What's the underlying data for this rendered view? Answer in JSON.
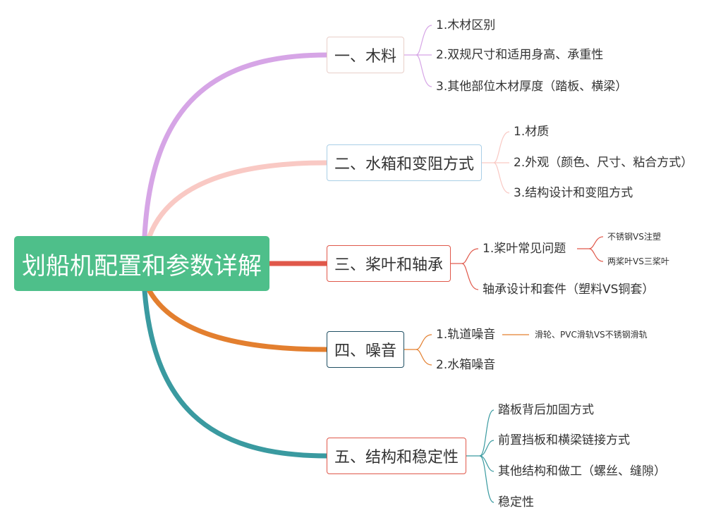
{
  "root": {
    "title": "划船机配置和参数详解"
  },
  "branches": [
    {
      "label": "一、木料",
      "color": "#d6a5e6",
      "items": [
        {
          "label": "1.木材区别"
        },
        {
          "label": "2.双规尺寸和适用身高、承重性"
        },
        {
          "label": "3.其他部位木材厚度（踏板、横梁）"
        }
      ]
    },
    {
      "label": "二、水箱和变阻方式",
      "color": "#f9c9c4",
      "items": [
        {
          "label": "1.材质"
        },
        {
          "label": "2.外观（颜色、尺寸、粘合方式）"
        },
        {
          "label": "3.结构设计和变阻方式"
        }
      ]
    },
    {
      "label": "三、桨叶和轴承",
      "color": "#e0584a",
      "items": [
        {
          "label": "1.桨叶常见问题",
          "children": [
            {
              "label": "不锈钢VS注塑"
            },
            {
              "label": "两桨叶VS三桨叶"
            }
          ]
        },
        {
          "label": "轴承设计和套件（塑料VS铜套）"
        }
      ]
    },
    {
      "label": "四、噪音",
      "color": "#e37f2f",
      "items": [
        {
          "label": "1.轨道噪音",
          "children": [
            {
              "label": "滑轮、PVC滑轨VS不锈钢滑轨"
            }
          ]
        },
        {
          "label": "2.水箱噪音"
        }
      ]
    },
    {
      "label": "五、结构和稳定性",
      "color": "#3a9aa0",
      "items": [
        {
          "label": "踏板背后加固方式"
        },
        {
          "label": "前置挡板和横梁链接方式"
        },
        {
          "label": "其他结构和做工（螺丝、缝隙）"
        },
        {
          "label": "稳定性"
        }
      ]
    }
  ]
}
